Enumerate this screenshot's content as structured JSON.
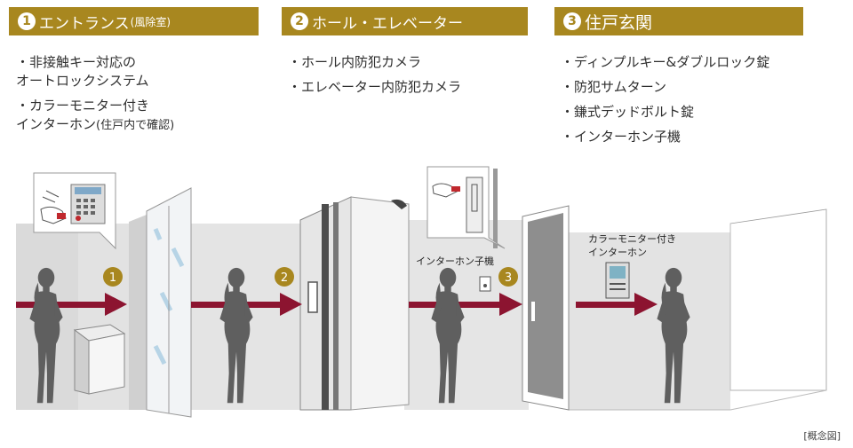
{
  "stages": [
    {
      "number": "1",
      "title": "エントランス",
      "note": "(風除室)",
      "bullets": [
        {
          "lines": [
            "・非接触キー対応の",
            "オートロックシステム"
          ],
          "sub": ""
        },
        {
          "lines": [
            "・カラーモニター付き",
            "インターホン"
          ],
          "sub": "(住戸内で確認)"
        }
      ]
    },
    {
      "number": "2",
      "title": "ホール・エレベーター",
      "note": "",
      "bullets": [
        {
          "lines": [
            "・ホール内防犯カメラ"
          ],
          "sub": ""
        },
        {
          "lines": [
            "・エレベーター内防犯カメラ"
          ],
          "sub": ""
        }
      ]
    },
    {
      "number": "3",
      "title": "住戸玄関",
      "note": "",
      "bullets": [
        {
          "lines": [
            "・ディンプルキー&ダブルロック錠"
          ],
          "sub": ""
        },
        {
          "lines": [
            "・防犯サムターン"
          ],
          "sub": ""
        },
        {
          "lines": [
            "・鎌式デッドボルト錠"
          ],
          "sub": ""
        },
        {
          "lines": [
            "・インターホン子機"
          ],
          "sub": ""
        }
      ]
    }
  ],
  "scene_labels": {
    "intercom_unit": "インターホン子機",
    "monitor_line1": "カラーモニター付き",
    "monitor_line2": "インターホン",
    "marker1": "1",
    "marker2": "2",
    "marker3": "3"
  },
  "footer_note": "[概念図]",
  "colors": {
    "header_gold": "#a8871f",
    "arrow_crimson": "#8c1430",
    "silhouette": "#5f5f5f",
    "wall": "#e3e3e3"
  }
}
